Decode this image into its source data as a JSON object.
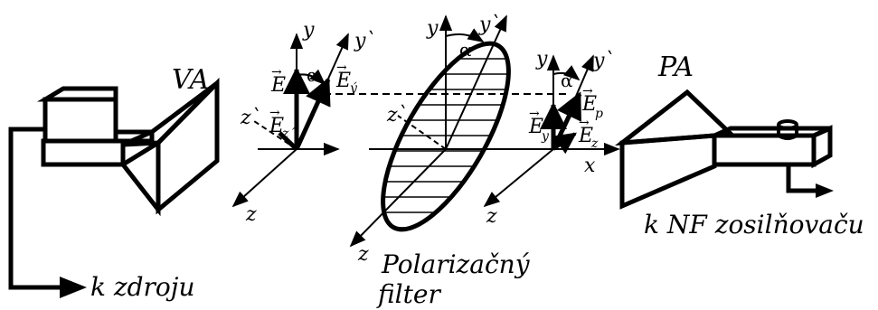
{
  "labels": {
    "va": "VA",
    "pa": "PA",
    "k_zdroju": "k zdroju",
    "k_nf": "k NF zosilňovaču",
    "polarizacny": "Polarizačný",
    "filter": "filter"
  },
  "axes": {
    "y": "y",
    "y_prime": "y`",
    "z": "z",
    "z_prime": "z`",
    "x": "x",
    "alpha": "α"
  },
  "vectors": {
    "E": "E",
    "E_y_prime": "E",
    "E_y_prime_sub": "ý",
    "E_z_prime": "E",
    "E_z_prime_sub": "z´",
    "E_p": "E",
    "E_p_sub": "p",
    "E_y": "E",
    "E_y_sub": "y",
    "E_z": "E",
    "E_z_sub": "z"
  }
}
